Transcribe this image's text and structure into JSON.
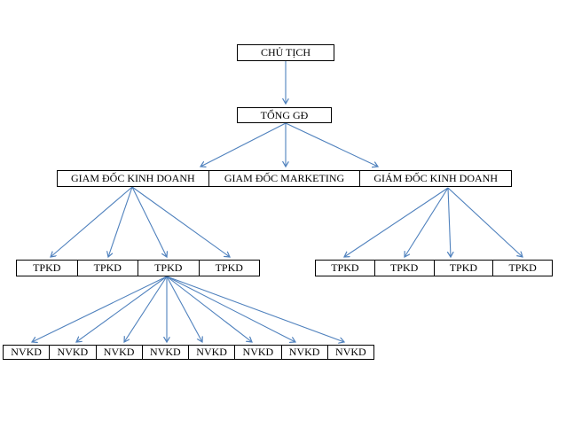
{
  "diagram": {
    "type": "org-chart",
    "background_color": "#ffffff",
    "box_border_color": "#000000",
    "arrow_color": "#4f81bd",
    "nodes": {
      "chairman": "CHỦ TỊCH",
      "general_director": "TỔNG GĐ",
      "directors": [
        "GIAM ĐỐC KINH DOANH",
        "GIAM ĐỐC MARKETING",
        "GIÁM ĐỐC KINH DOANH"
      ],
      "tpkd_left": [
        "TPKD",
        "TPKD",
        "TPKD",
        "TPKD"
      ],
      "tpkd_right": [
        "TPKD",
        "TPKD",
        "TPKD",
        "TPKD"
      ],
      "nvkd": [
        "NVKD",
        "NVKD",
        "NVKD",
        "NVKD",
        "NVKD",
        "NVKD",
        "NVKD",
        "NVKD"
      ]
    },
    "edges": [
      {
        "from": "chairman",
        "to": "general_director"
      },
      {
        "from": "general_director",
        "to": "directors.0"
      },
      {
        "from": "general_director",
        "to": "directors.1"
      },
      {
        "from": "general_director",
        "to": "directors.2"
      },
      {
        "from": "directors.0",
        "to": "tpkd_left.0"
      },
      {
        "from": "directors.0",
        "to": "tpkd_left.1"
      },
      {
        "from": "directors.0",
        "to": "tpkd_left.2"
      },
      {
        "from": "directors.0",
        "to": "tpkd_left.3"
      },
      {
        "from": "directors.2",
        "to": "tpkd_right.0"
      },
      {
        "from": "directors.2",
        "to": "tpkd_right.1"
      },
      {
        "from": "directors.2",
        "to": "tpkd_right.2"
      },
      {
        "from": "directors.2",
        "to": "tpkd_right.3"
      },
      {
        "from": "tpkd_left.2",
        "to": "nvkd.0"
      },
      {
        "from": "tpkd_left.2",
        "to": "nvkd.1"
      },
      {
        "from": "tpkd_left.2",
        "to": "nvkd.2"
      },
      {
        "from": "tpkd_left.2",
        "to": "nvkd.3"
      },
      {
        "from": "tpkd_left.2",
        "to": "nvkd.4"
      },
      {
        "from": "tpkd_left.2",
        "to": "nvkd.5"
      },
      {
        "from": "tpkd_left.2",
        "to": "nvkd.6"
      },
      {
        "from": "tpkd_left.2",
        "to": "nvkd.7"
      }
    ]
  }
}
